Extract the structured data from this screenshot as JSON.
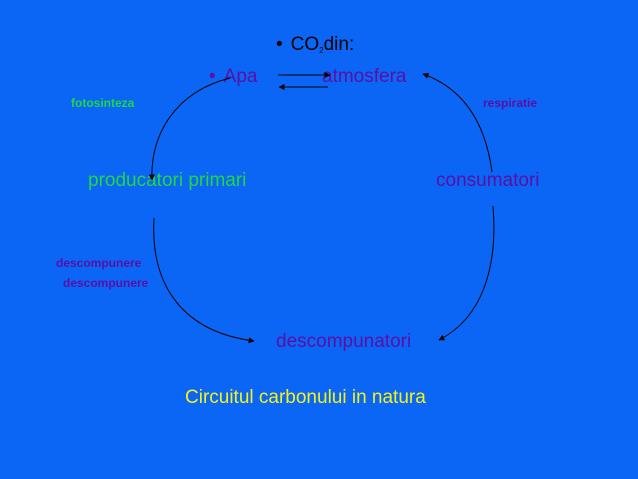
{
  "diagram": {
    "co2_prefix": "CO",
    "co2_subscript": "2",
    "co2_suffix": "din:",
    "bullet": "•",
    "apa": "Apa",
    "atmosfera": "atmosfera",
    "fotosinteza": "fotosinteza",
    "respiratie": "respiratie",
    "producatori": "producatori primari",
    "consumatori": "consumatori",
    "descompunere_1": "descompunere",
    "descompunere_2": "descompunere",
    "descompunatori": "descompunatori",
    "caption": "Circuitul carbonului in natura"
  },
  "colors": {
    "background": "#0B66F5",
    "purple": "#5B0FA6",
    "green": "#21D742",
    "yellow": "#F3F31C",
    "black": "#000000"
  }
}
